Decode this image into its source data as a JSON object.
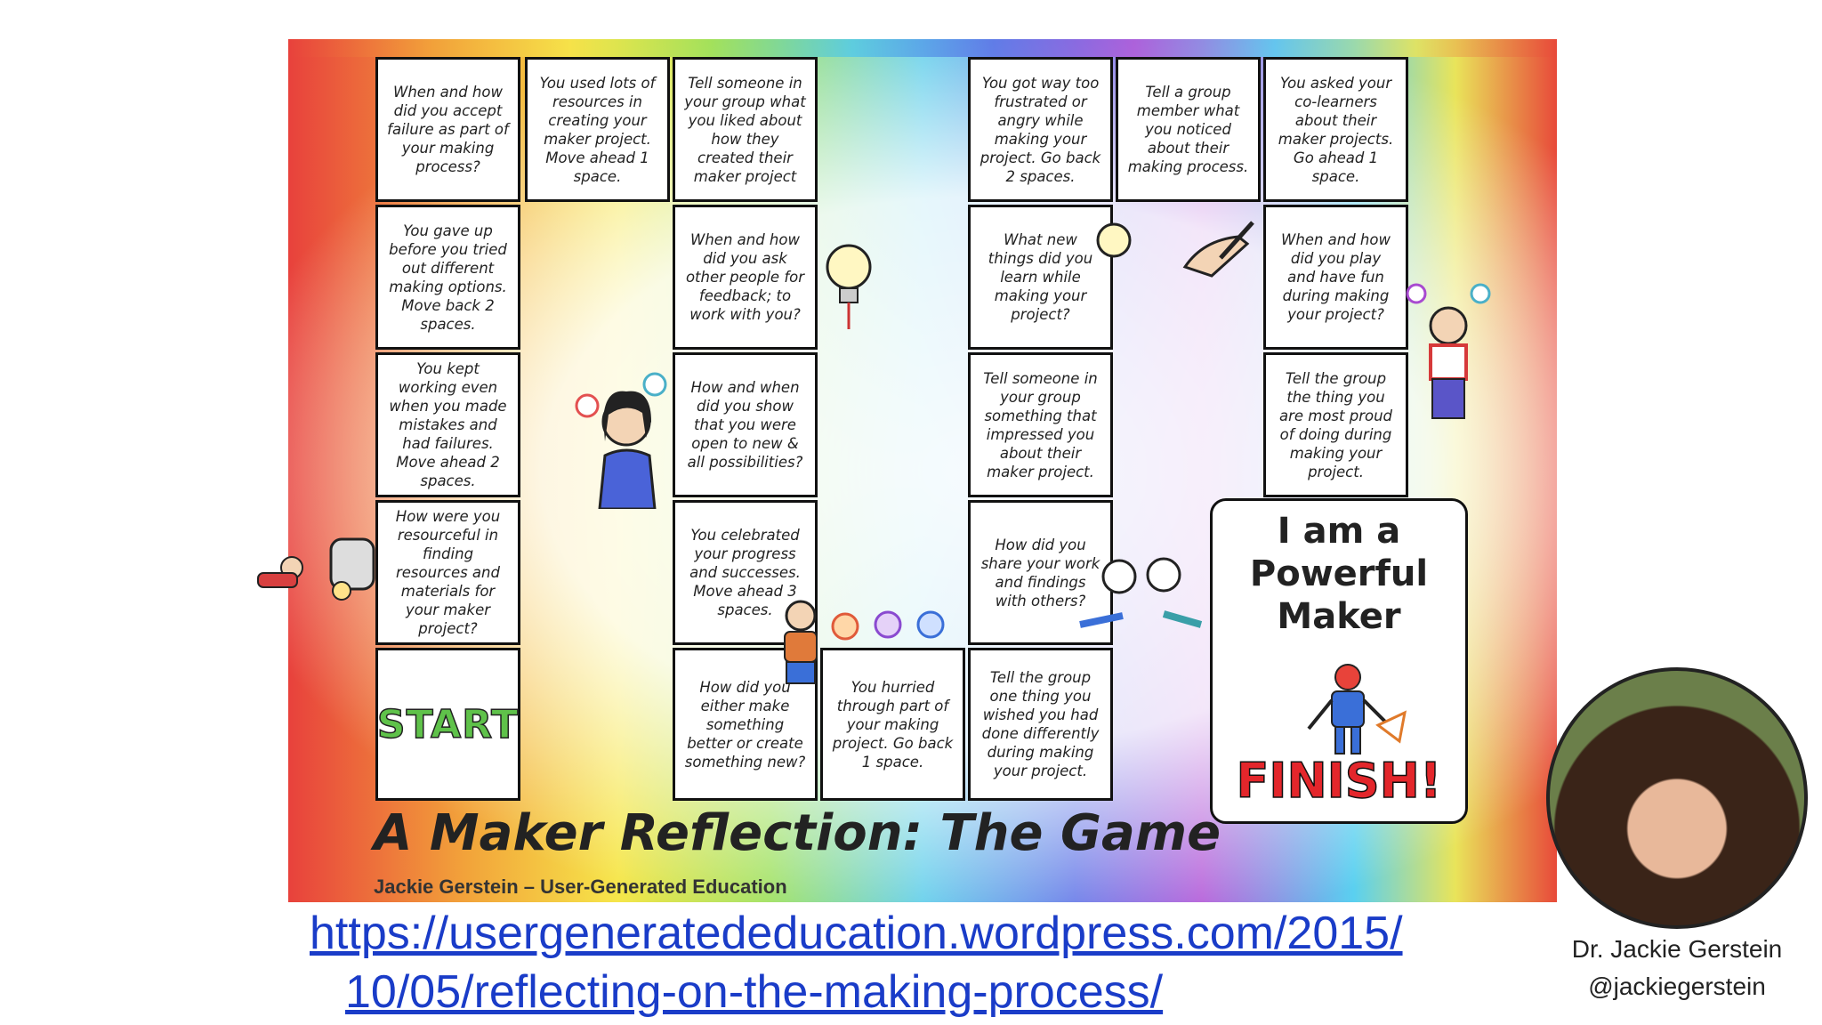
{
  "game": {
    "title": "A Maker Reflection: The Game",
    "author": "Jackie Gerstein – User-Generated Education",
    "start": "START",
    "finish_heading": [
      "I am a",
      "Powerful",
      "Maker"
    ],
    "finish": "FINISH!",
    "squares": [
      {
        "text": "When and how did you accept failure as part of your making process?"
      },
      {
        "text": "You used lots of resources in creating your maker project. Move ahead 1 space."
      },
      {
        "text": "Tell someone in your group what you liked about how they created their maker project"
      },
      {
        "text": "You got way too frustrated or angry while making your project. Go back 2 spaces."
      },
      {
        "text": "Tell a group member what you noticed about their making process."
      },
      {
        "text": "You asked your co-learners about their maker projects. Go ahead 1 space."
      },
      {
        "text": "You gave up before you tried out different making options. Move back 2 spaces."
      },
      {
        "text": "When and how did you ask other people for feedback; to work with you?"
      },
      {
        "text": "What new things did you learn while making your project?"
      },
      {
        "text": "When and how did you play and have fun during making your project?"
      },
      {
        "text": "You kept working even when you made mistakes and had failures. Move ahead 2 spaces."
      },
      {
        "text": "How and when did you show that you were open to new & all possibilities?"
      },
      {
        "text": "Tell someone in your group something that impressed you about their maker project."
      },
      {
        "text": "Tell the group the thing you are most proud of doing during making your project."
      },
      {
        "text": "How were you resourceful in finding resources and materials for your maker project?"
      },
      {
        "text": "You celebrated your progress and successes. Move ahead 3 spaces."
      },
      {
        "text": "How did you share your work and findings with others?"
      },
      {
        "text": "How did you either make something better or create something new?"
      },
      {
        "text": "You hurried through part of your making project. Go back 1 space."
      },
      {
        "text": "Tell the group one thing you wished you had done differently during making your project."
      }
    ]
  },
  "link": {
    "line1": "https://usergeneratededucation.wordpress.com/2015/",
    "line2": "10/05/reflecting-on-the-making-process/"
  },
  "presenter": {
    "name": "Dr. Jackie Gerstein",
    "handle": "@jackiegerstein"
  },
  "colors": {
    "link": "#1a3cc8",
    "start": "#5fc24a",
    "finish": "#e3262b"
  },
  "icons": [
    "lightbulb-icon",
    "maker-figure-icon",
    "presenter-photo"
  ]
}
